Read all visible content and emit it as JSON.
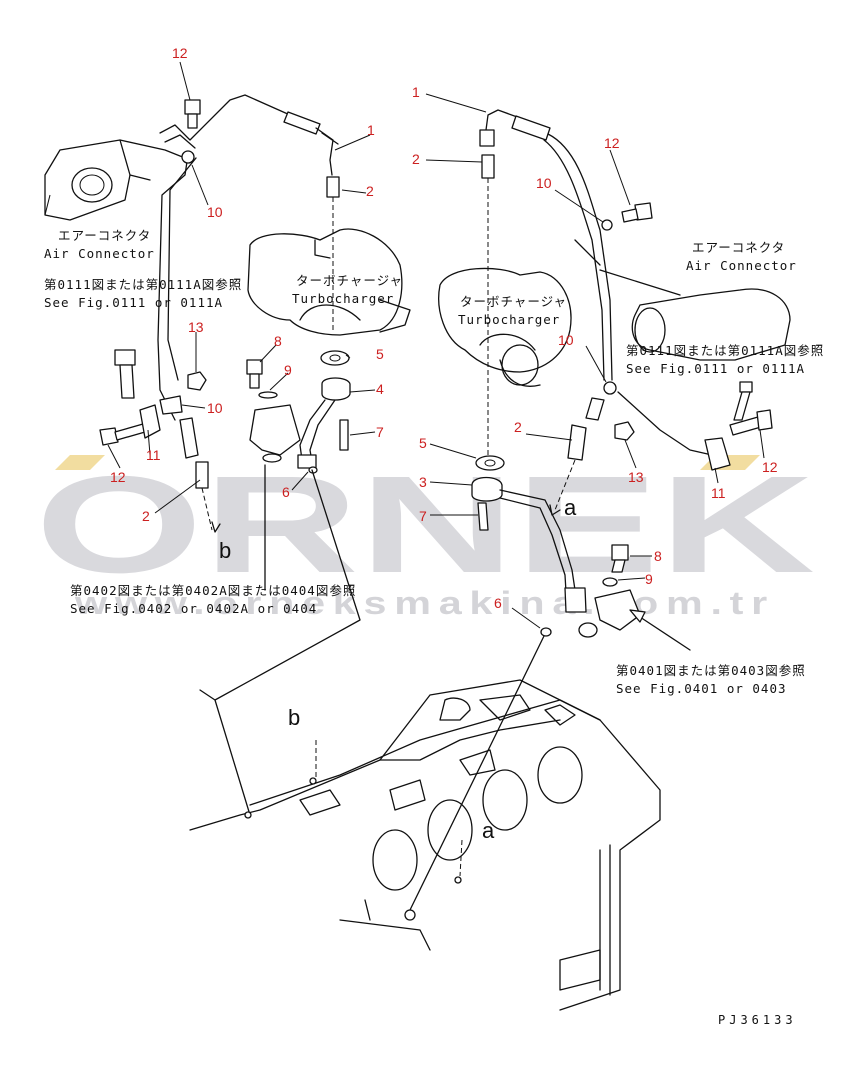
{
  "watermark": {
    "main": "ORNEK",
    "url": "www.orneksmakina.com.tr",
    "colors": {
      "main": "#d9d9dd",
      "accent": "#f2dda0"
    }
  },
  "diagram_code": "PJ36133",
  "labels": {
    "air_connector_jp": "エアーコネクタ",
    "air_connector_en": "Air Connector",
    "turbo_jp": "ターボチャージャ",
    "turbo_en": "Turbocharger",
    "ref_0111_jp": "第0111図または第0111A図参照",
    "ref_0111_en": "See Fig.0111 or 0111A",
    "ref_0402_jp": "第0402図または第0402A図または0404図参照",
    "ref_0402_en": "See Fig.0402 or 0402A or 0404",
    "ref_0401_jp": "第0401図または第0403図参照",
    "ref_0401_en": "See Fig.0401 or 0403"
  },
  "connection_letters": {
    "a": "a",
    "b": "b"
  },
  "callouts": {
    "c1_left": "1",
    "c1_right": "1",
    "c2_left_top": "2",
    "c2_left_bottom": "2",
    "c2_right_top": "2",
    "c2_right_mid": "2",
    "c3_left": "3",
    "c4_left": "4",
    "c5_left": "5",
    "c5_right": "5",
    "c6_left": "6",
    "c6_right": "6",
    "c7_left": "7",
    "c7_right": "7",
    "c8_left": "8",
    "c8_right": "8",
    "c9_left": "9",
    "c9_right": "9",
    "c10_left_top": "10",
    "c10_left_mid": "10",
    "c10_right_top": "10",
    "c10_right_mid": "10",
    "c11_left": "11",
    "c11_right": "11",
    "c12_left_top": "12",
    "c12_left_bottom": "12",
    "c12_right_top": "12",
    "c12_right_bottom": "12",
    "c13_left": "13",
    "c13_right": "13"
  }
}
